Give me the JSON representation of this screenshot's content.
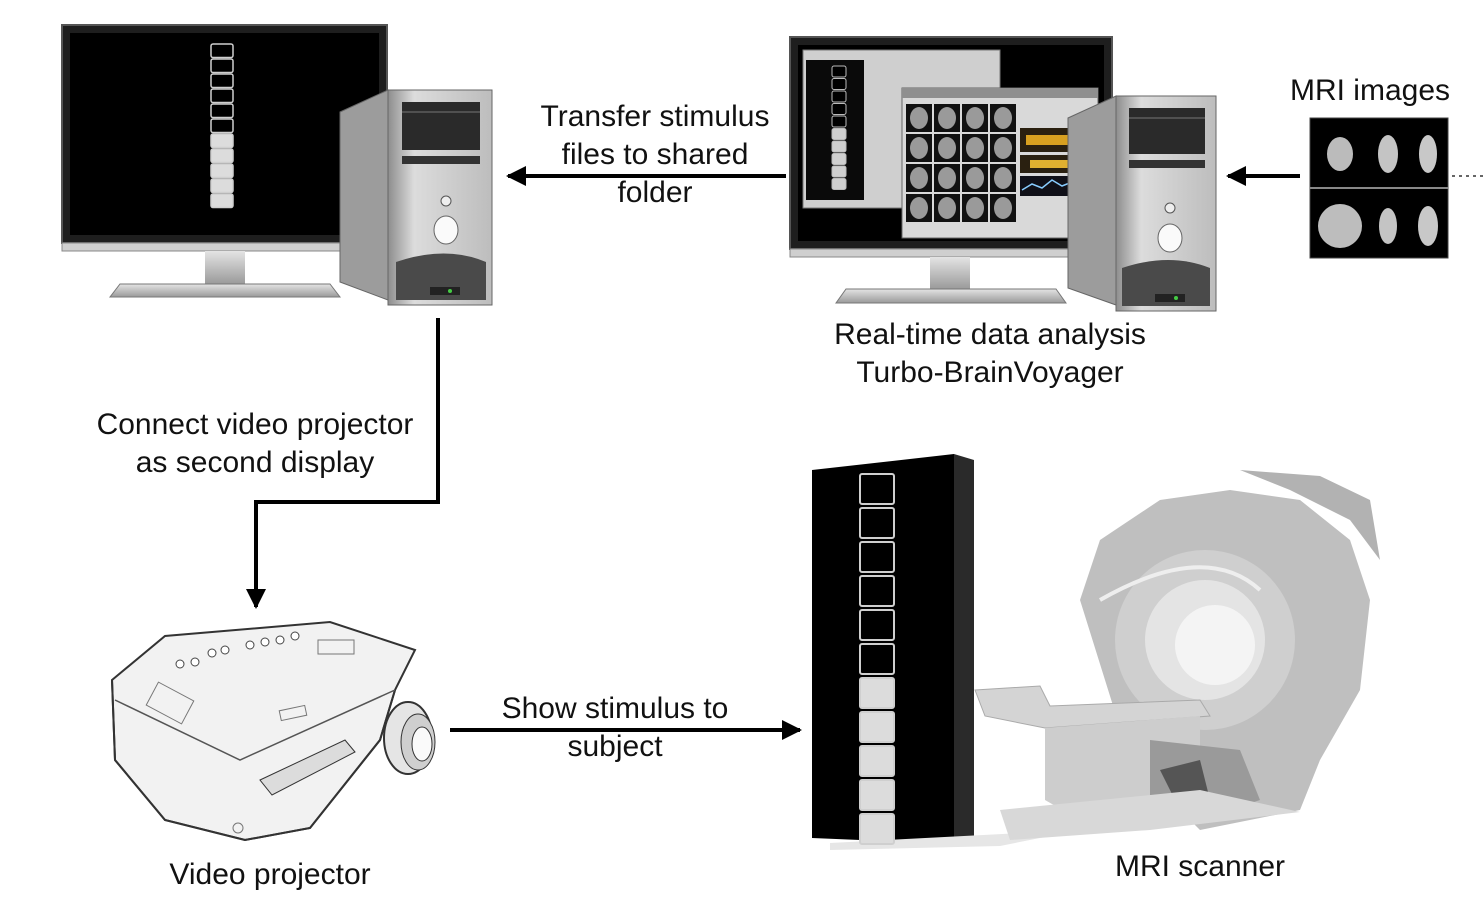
{
  "labels": {
    "transfer_line1": "Transfer stimulus",
    "transfer_line2": "files to shared",
    "transfer_line3": "folder",
    "mri_images": "MRI images",
    "analysis_line1": "Real-time data analysis",
    "analysis_line2": "Turbo-BrainVoyager",
    "connect_line1": "Connect video projector",
    "connect_line2": "as second display",
    "show_line1": "Show stimulus to",
    "show_line2": "subject",
    "video_projector": "Video projector",
    "mri_scanner": "MRI scanner"
  },
  "stimulus_display": {
    "levels_total": 11,
    "levels_filled": 5
  },
  "panel_stimulus": {
    "levels_total": 10,
    "levels_filled": 5
  },
  "colors": {
    "arrow": "#000000",
    "screen": "#000000",
    "level_outline": "#cfcfcf",
    "level_filled": "#dcdcdc",
    "scanner_gray": "#b7b7b7"
  }
}
